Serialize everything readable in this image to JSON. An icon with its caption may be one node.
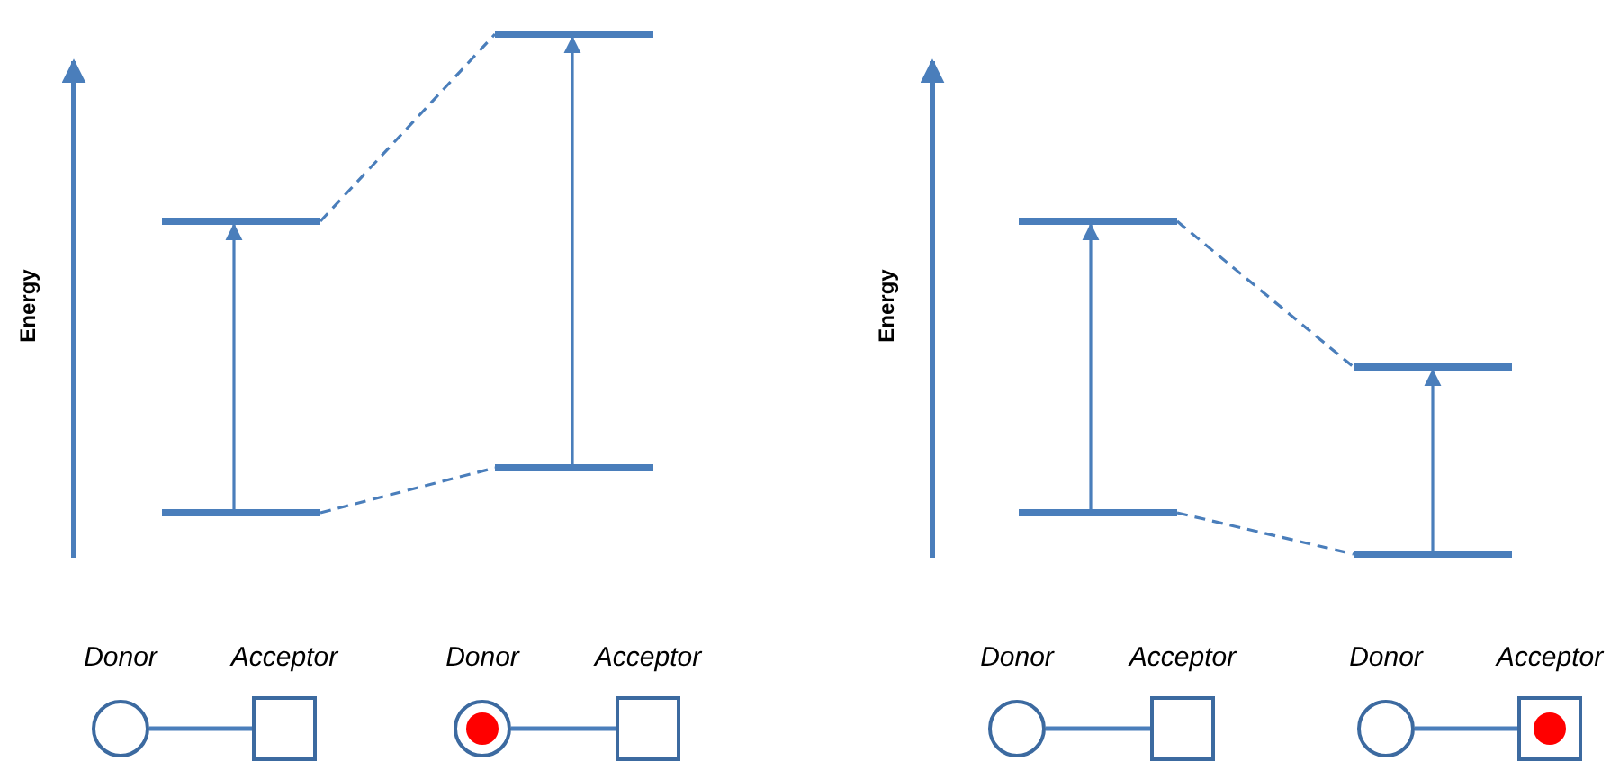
{
  "diagram": {
    "nodes": [
      {
        "text": [],
        "shape": "bar"
      },
      {
        "text": [],
        "shape": "bar"
      },
      {
        "text": [],
        "shape": "bar"
      },
      {
        "text": [],
        "shape": "bar"
      },
      {
        "text": [],
        "shape": "bar"
      },
      {
        "text": [],
        "shape": "bar"
      },
      {
        "text": [],
        "shape": "bar"
      },
      {
        "text": [],
        "shape": "bar"
      },
      {
        "text": [
          "Donor"
        ]
      },
      {
        "text": [
          "Acceptor"
        ]
      },
      {
        "text": [
          "Donor"
        ]
      },
      {
        "text": [],
        "shape": "circle",
        "in": 10
      },
      {
        "text": [
          "Acceptor"
        ]
      },
      {
        "text": [
          "Donor"
        ]
      },
      {
        "text": [
          "Acceptor"
        ]
      },
      {
        "text": [
          "Donor"
        ]
      },
      {
        "text": [
          "Acceptor"
        ]
      },
      {
        "text": [],
        "shape": "circle",
        "in": 16
      }
    ],
    "edges": [
      {
        "from": 2,
        "to": 0,
        "arrow": "to"
      },
      {
        "from": 3,
        "to": 1,
        "arrow": "to"
      },
      {
        "from": 0,
        "to": 1,
        "arrow": "none",
        "style": "dashed"
      },
      {
        "from": 2,
        "to": 3,
        "arrow": "none",
        "style": "dashed"
      },
      {
        "from": 6,
        "to": 4,
        "arrow": "to"
      },
      {
        "from": 7,
        "to": 5,
        "arrow": "to"
      },
      {
        "from": 4,
        "to": 5,
        "arrow": "none",
        "style": "dashed"
      },
      {
        "from": 6,
        "to": 7,
        "arrow": "none",
        "style": "dashed"
      },
      {
        "from": 8,
        "to": 9,
        "arrow": "none"
      },
      {
        "from": 10,
        "to": 12,
        "arrow": "none"
      },
      {
        "from": 13,
        "to": 14,
        "arrow": "none"
      },
      {
        "from": 15,
        "to": 16,
        "arrow": "none"
      }
    ],
    "labels": [
      "Energy",
      "Energy"
    ]
  }
}
